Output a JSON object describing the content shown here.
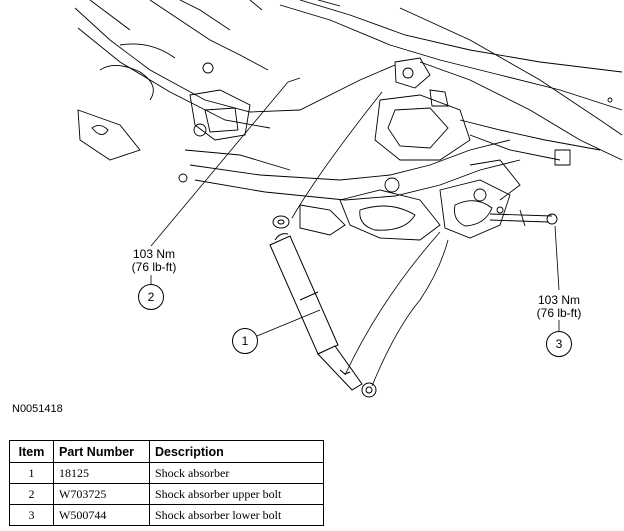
{
  "figure": {
    "id": "N0051418",
    "torque_labels": [
      {
        "nm": "103 Nm",
        "lbft": "(76 lb-ft)"
      },
      {
        "nm": "103 Nm",
        "lbft": "(76 lb-ft)"
      }
    ],
    "callouts": [
      "1",
      "2",
      "3"
    ]
  },
  "table": {
    "headers": [
      "Item",
      "Part Number",
      "Description"
    ],
    "rows": [
      {
        "item": "1",
        "part_number": "18125",
        "description": "Shock absorber"
      },
      {
        "item": "2",
        "part_number": "W703725",
        "description": "Shock absorber upper bolt"
      },
      {
        "item": "3",
        "part_number": "W500744",
        "description": "Shock absorber lower bolt"
      }
    ]
  }
}
